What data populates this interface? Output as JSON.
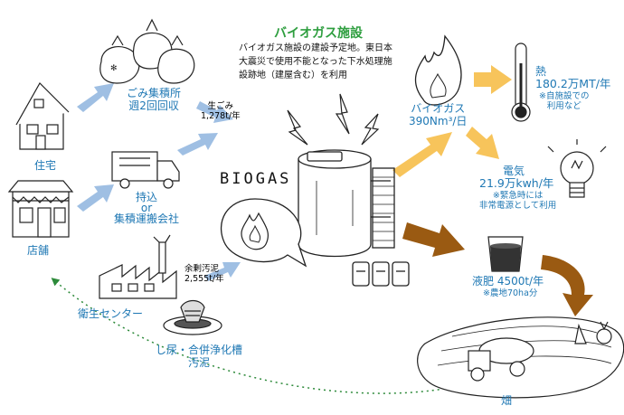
{
  "title": "バイオガス施設",
  "description": "バイオガス施設の建設予定地。東日本大震災で使用不能となった下水処理施設跡地（建屋含む）を利用",
  "biogas_label": "BIOGAS",
  "sources": {
    "house": "住宅",
    "store": "店舗",
    "garbage_site": "ごみ集積所\n週2回回収",
    "carry_in": "持込\nor\n集積運搬会社",
    "sanitation_center": "衛生センター",
    "septic_sludge": "し尿・合併浄化槽\n汚泥"
  },
  "flows": {
    "garbage": "生ごみ\n1,278t/年",
    "sludge": "余剰汚泥\n2,555t/年"
  },
  "outputs": {
    "biogas": "バイオガス\n390Nm³/日",
    "heat_title": "熱",
    "heat_value": "180.2万MT/年",
    "heat_note": "※自施設での\n利用など",
    "electric_title": "電気",
    "electric_value": "21.9万kwh/年",
    "electric_note": "※緊急時には\n非常電源として利用",
    "fertilizer_title": "液肥 4500t/年",
    "fertilizer_note": "※農地70ha分",
    "field": "畑"
  },
  "colors": {
    "blue_arrow": "#9fbfe3",
    "orange_arrow": "#f7c45b",
    "brown_arrow": "#9a5a12",
    "label_blue": "#1f78b4",
    "title_green": "#2e9e3f",
    "return_dotted": "#2d8a3a"
  }
}
